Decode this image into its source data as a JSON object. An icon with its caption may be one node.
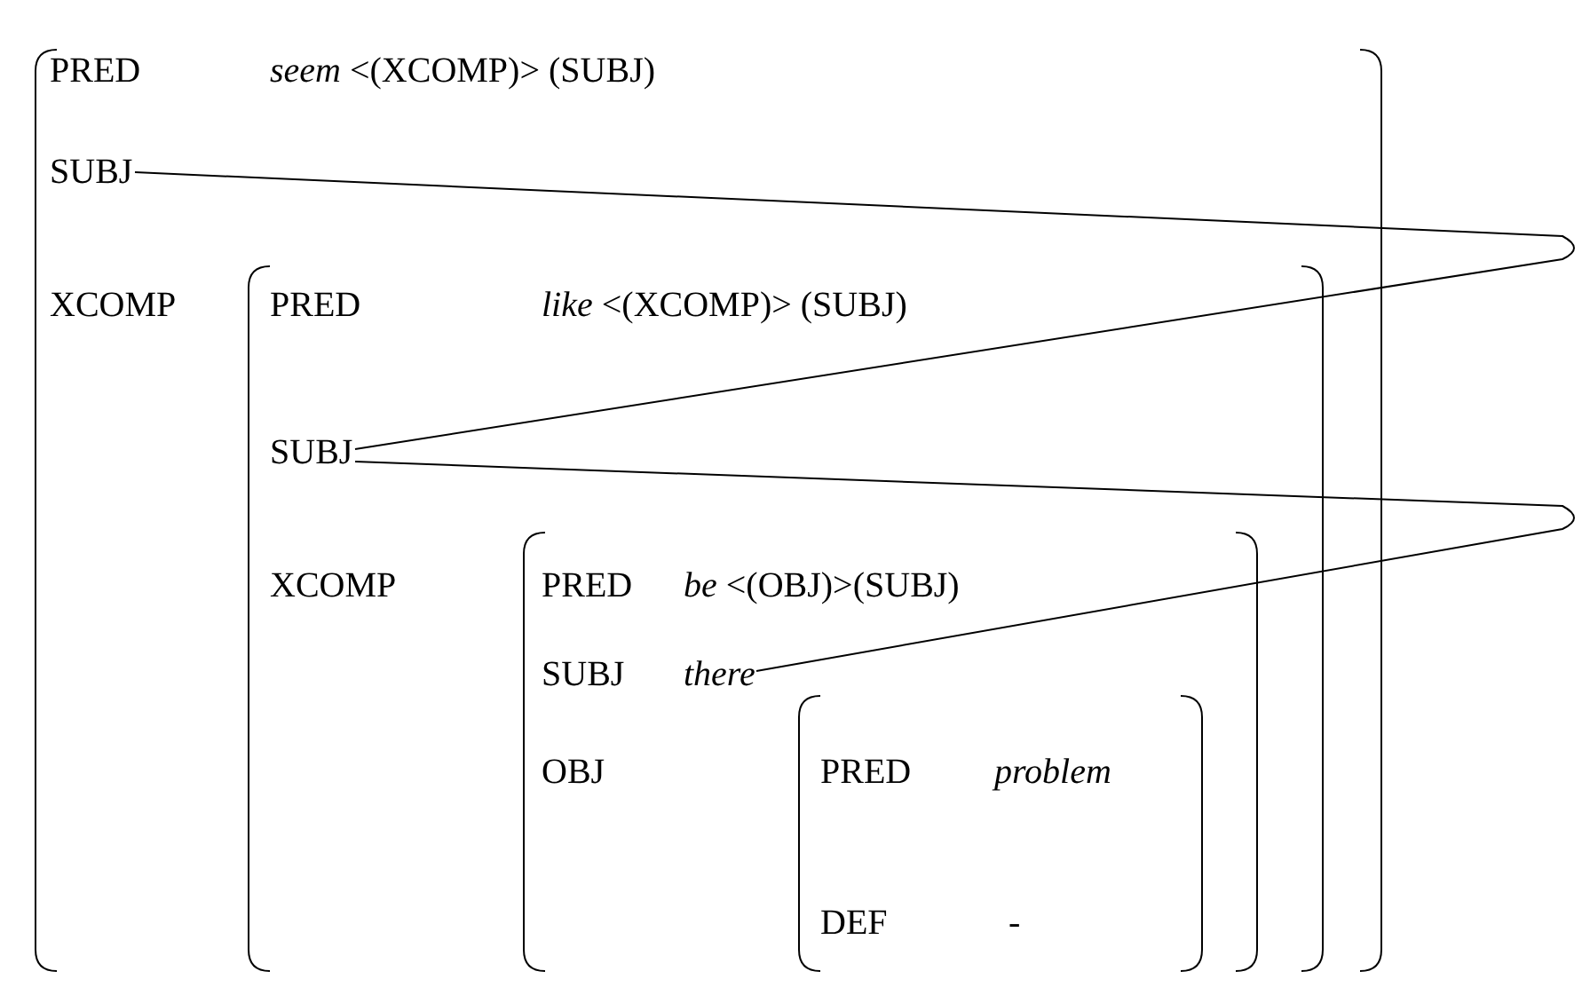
{
  "diagram": {
    "nodes": [
      {
        "text": [
          "PRED",
          "*seem* <(XCOMP)> (SUBJ)",
          "XCOMP"
        ]
      },
      {
        "text": [
          "SUBJ"
        ],
        "in": 0
      },
      {
        "text": [
          "PRED",
          "*like* <(XCOMP)> (SUBJ)",
          "XCOMP"
        ],
        "in": 0
      },
      {
        "text": [
          "SUBJ"
        ],
        "in": 2
      },
      {
        "text": [
          "PRED",
          "*be* <(OBJ)>(SUBJ)",
          "SUBJ",
          "OBJ"
        ],
        "in": 2
      },
      {
        "text": [
          "there"
        ],
        "in": 4
      },
      {
        "text": [
          "PRED",
          "problem",
          "DEF",
          "-"
        ],
        "in": 4
      }
    ],
    "edges": [
      {
        "from": 1,
        "to": 3,
        "arrow": "none"
      },
      {
        "from": 3,
        "to": 5,
        "arrow": "none"
      }
    ]
  }
}
